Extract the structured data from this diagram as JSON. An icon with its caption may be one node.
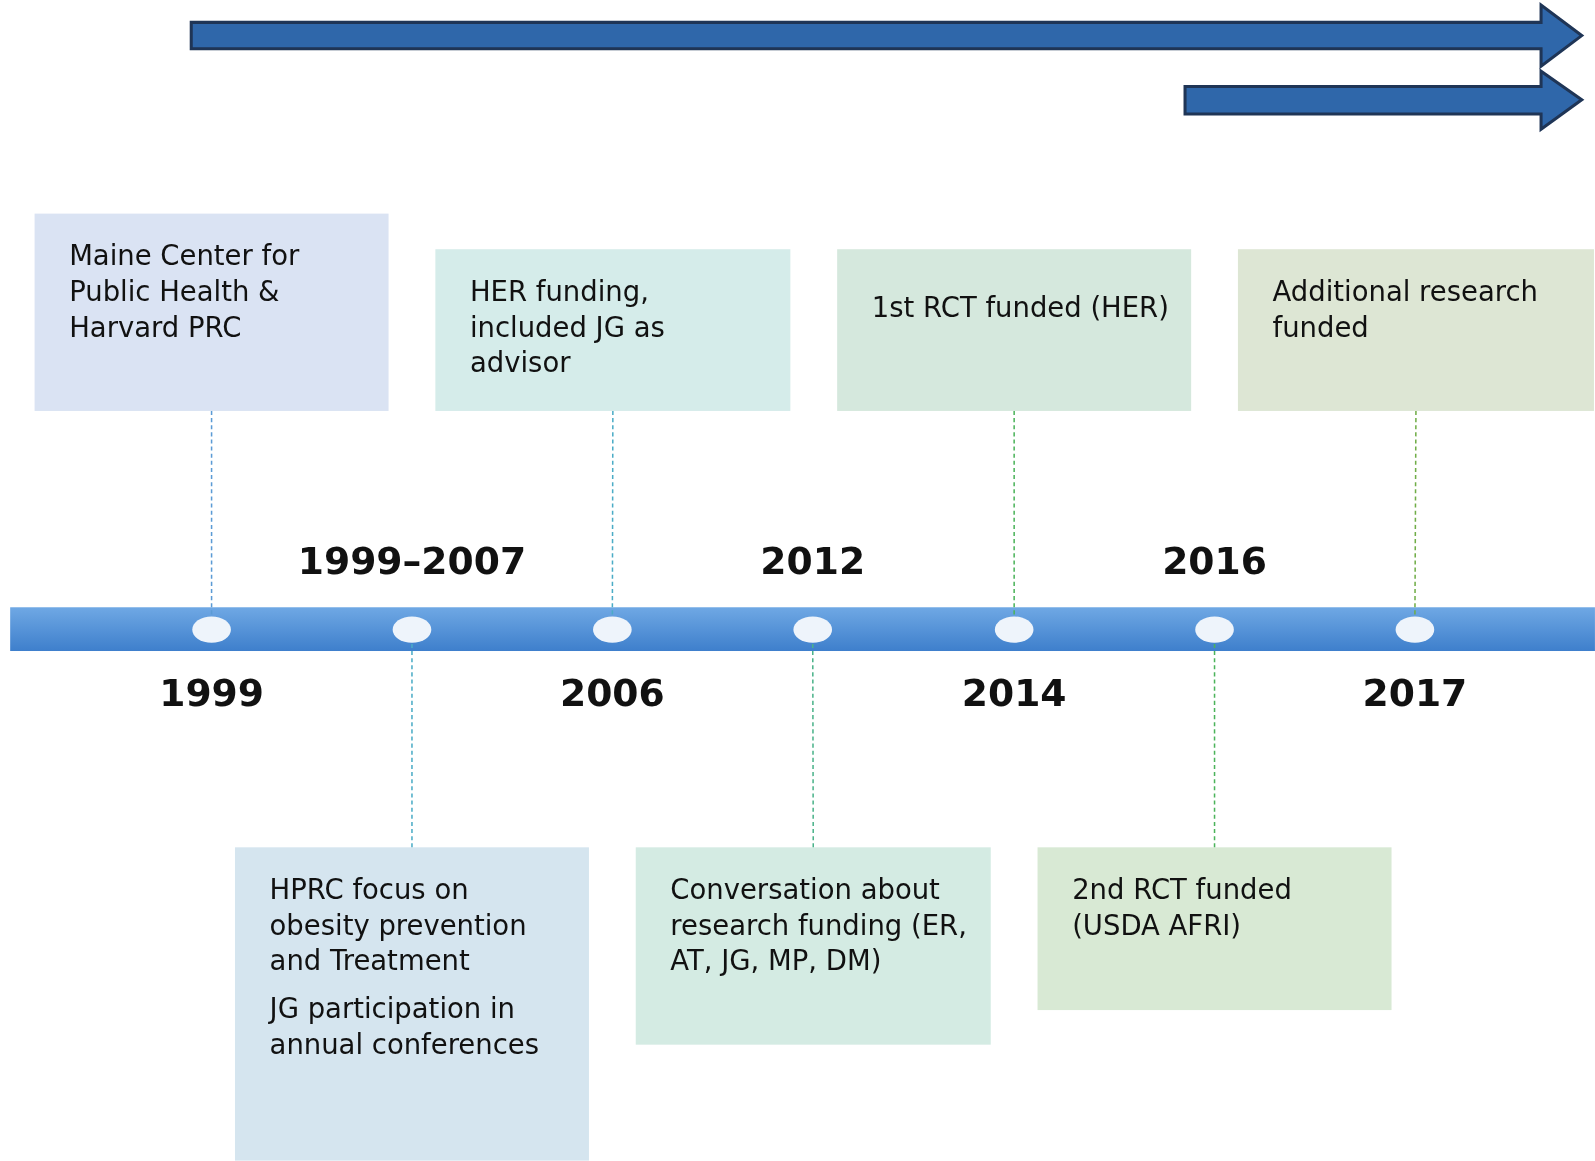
{
  "diagram": {
    "nodes": [
      {
        "text": [
          "Maine Center for Public Health & Harvard PRC"
        ]
      },
      {
        "text": [
          "HER funding, included JG as advisor"
        ]
      },
      {
        "text": [
          "1st RCT funded (HER)"
        ]
      },
      {
        "text": [
          "Additional research funded"
        ]
      },
      {
        "text": [
          "HPRC focus on obesity prevention and Treatment",
          "JG participation in annual conferences"
        ]
      },
      {
        "text": [
          "Conversation about research funding (ER, AT, JG, MP, DM)"
        ]
      },
      {
        "text": [
          "2nd RCT funded (USDA AFRI)"
        ]
      },
      {
        "text": [],
        "shape": "circle"
      },
      {
        "text": [],
        "shape": "circle"
      },
      {
        "text": [],
        "shape": "circle"
      },
      {
        "text": [],
        "shape": "circle"
      },
      {
        "text": [],
        "shape": "circle"
      },
      {
        "text": [],
        "shape": "circle"
      },
      {
        "text": [],
        "shape": "circle"
      }
    ],
    "edges": [
      {
        "from": 0,
        "to": 7,
        "arrow": "none",
        "style": "dashed",
        "color": "#5b9bd5"
      },
      {
        "from": 4,
        "to": 8,
        "arrow": "none",
        "style": "dashed",
        "color": "#4bacc6"
      },
      {
        "from": 1,
        "to": 9,
        "arrow": "none",
        "style": "dashed",
        "color": "#4bacc6"
      },
      {
        "from": 5,
        "to": 10,
        "arrow": "none",
        "style": "dashed",
        "color": "#4bb38a"
      },
      {
        "from": 2,
        "to": 11,
        "arrow": "none",
        "style": "dashed",
        "color": "#4bb35a"
      },
      {
        "from": 6,
        "to": 12,
        "arrow": "none",
        "style": "dashed",
        "color": "#4bb35a"
      },
      {
        "from": 3,
        "to": 13,
        "arrow": "none",
        "style": "dashed",
        "color": "#70ad47"
      }
    ],
    "labels": [
      "1999–2007",
      "2012",
      "2016",
      "1999",
      "2006",
      "2014",
      "2017"
    ]
  }
}
